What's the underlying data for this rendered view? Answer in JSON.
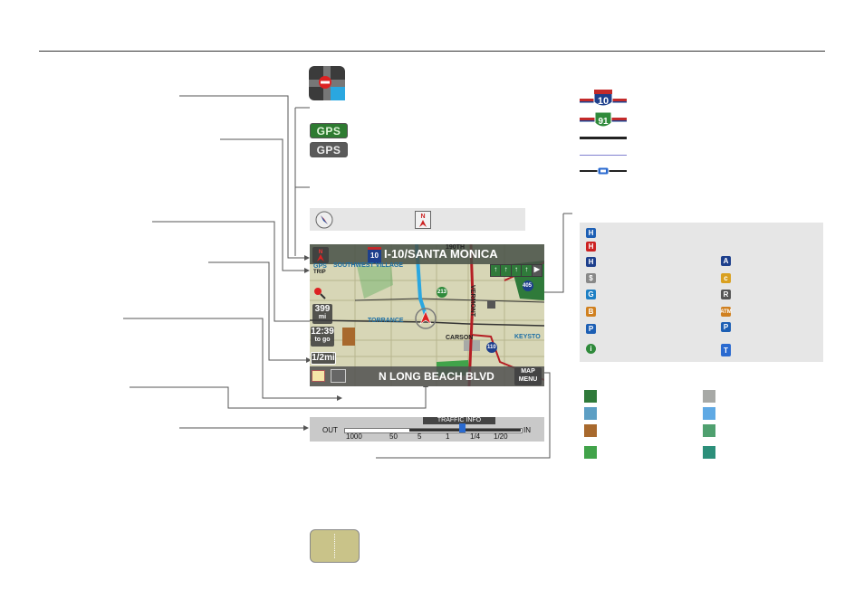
{
  "map": {
    "street_title": "I-10/SANTA MONICA",
    "route_shield": "10",
    "area_label": "SOUTHWEST VILLAGE",
    "distance_value": "399",
    "distance_unit": "mi",
    "time_value": "12:39",
    "time_unit": "to go",
    "scale_value": "1/2mi",
    "current_street": "N LONG BEACH BLVD",
    "city_torrance": "TORRANCE",
    "city_carson": "CARSON",
    "city_keystone": "KEYSTO",
    "street_vermont": "VERMONT",
    "street_190th": "190TH",
    "shield_405": "405",
    "shield_110": "110",
    "shield_213": "213",
    "gps_mini": "GPS",
    "trip_mini": "TRIP",
    "menu_line1": "MAP",
    "menu_line2": "MENU"
  },
  "scale_bar": {
    "title": "TRAFFIC INFO",
    "out_label": "OUT",
    "in_label": "IN",
    "ticks": [
      "1000",
      "50",
      "5",
      "1",
      "1/4",
      "1/20"
    ]
  },
  "legend": {
    "shield_interstate": "10",
    "shield_state": "91",
    "gps_green": "GPS",
    "gps_gray": "GPS"
  },
  "colors": {
    "map_bg": "#d7d6b6",
    "interstate_blue": "#1d3f8c",
    "interstate_red": "#c32a2a",
    "state_green": "#2f8a3b",
    "road_red": "#b51e24",
    "swatch_dark_green": "#2f7a3a",
    "swatch_steel_blue": "#5d9fc4",
    "swatch_brown": "#a8692d",
    "swatch_light_green": "#41a34a",
    "swatch_gray": "#a7a9a6",
    "swatch_sky_blue": "#5fa9e4",
    "swatch_sea_green": "#4fa06f",
    "swatch_teal": "#2c8f7a",
    "panel_gray": "#e6e6e6"
  },
  "icons": {
    "traffic_icon": "no-entry-intersection-icon",
    "heading_up": "compass-heading-icon",
    "north_up": "north-arrow-icon"
  }
}
